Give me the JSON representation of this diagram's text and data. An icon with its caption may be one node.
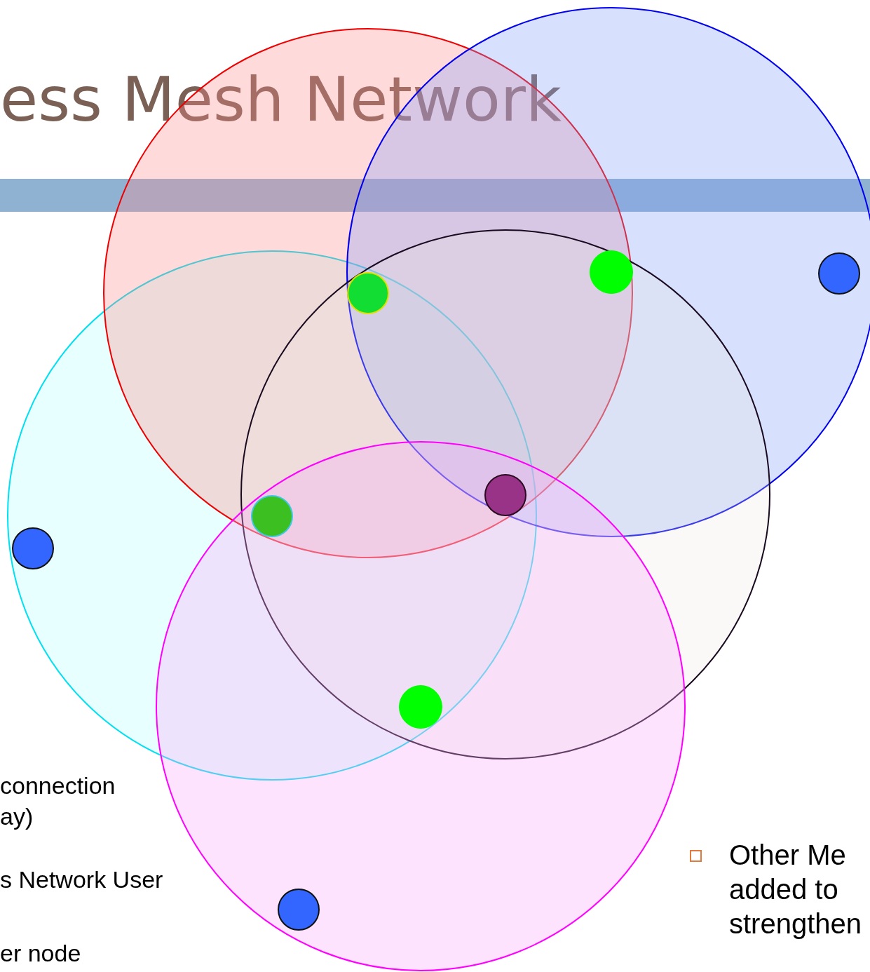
{
  "diagram": {
    "title": "ess Mesh Network",
    "nodes": [
      {
        "text": [],
        "shape": "circle"
      },
      {
        "text": [],
        "shape": "circle"
      },
      {
        "text": [],
        "shape": "circle"
      },
      {
        "text": [],
        "shape": "circle"
      },
      {
        "text": [],
        "shape": "circle"
      },
      {
        "text": [],
        "shape": "circle"
      },
      {
        "text": [],
        "shape": "circle",
        "in": 0
      },
      {
        "text": [],
        "shape": "circle"
      },
      {
        "text": [],
        "shape": "circle"
      },
      {
        "text": [],
        "shape": "circle"
      },
      {
        "text": [],
        "shape": "circle",
        "in": 3
      },
      {
        "text": [],
        "shape": "circle"
      },
      {
        "text": [],
        "shape": "circle",
        "in": 4
      },
      {
        "text": [],
        "shape": "bar"
      }
    ],
    "labels": [
      "connection ay)",
      "s Network User",
      "er node",
      "Other Me added to strengthen"
    ]
  }
}
